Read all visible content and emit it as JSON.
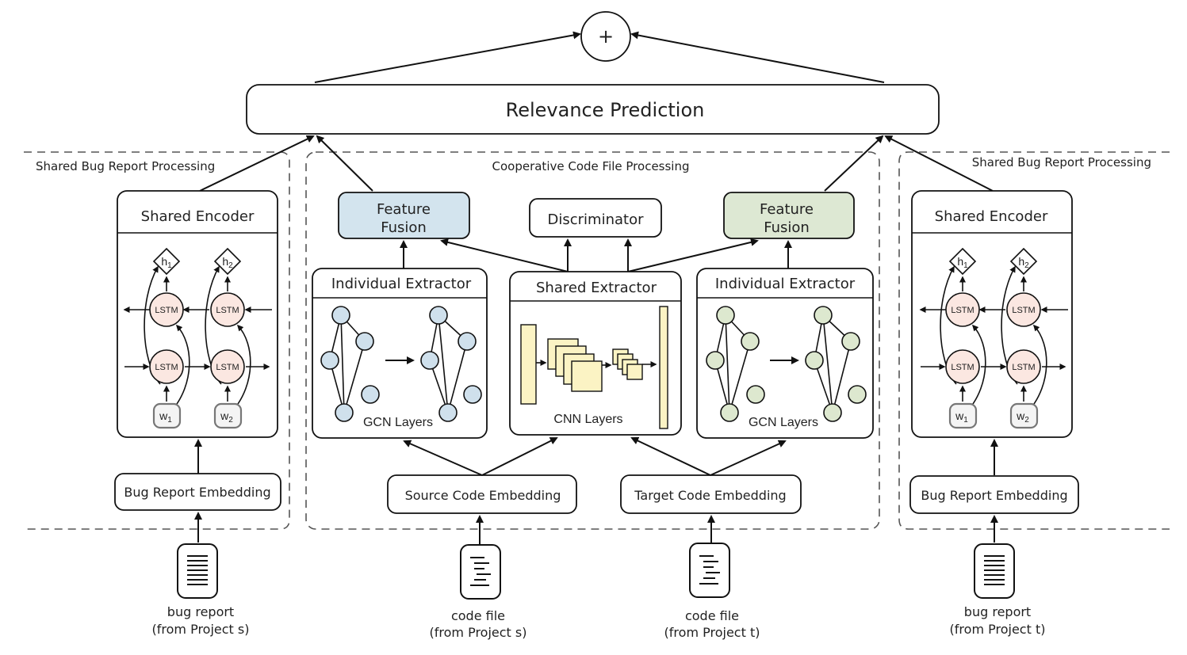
{
  "top": {
    "plus_symbol": "+",
    "relevance_label": "Relevance Prediction"
  },
  "panels": {
    "left_title": "Shared Bug Report Processing",
    "center_title": "Cooperative Code File Processing",
    "right_title": "Shared Bug Report Processing"
  },
  "encoder": {
    "title": "Shared Encoder",
    "lstm_label": "LSTM",
    "h1": "h",
    "h1_sub": "1",
    "h2": "h",
    "h2_sub": "2",
    "w1": "w",
    "w1_sub": "1",
    "w2": "w",
    "w2_sub": "2"
  },
  "bug_embedding_label": "Bug Report Embedding",
  "center": {
    "feature_fusion_left_line1": "Feature",
    "feature_fusion_left_line2": "Fusion",
    "feature_fusion_right_line1": "Feature",
    "feature_fusion_right_line2": "Fusion",
    "discriminator": "Discriminator",
    "individual_extractor_left": "Individual Extractor",
    "individual_extractor_right": "Individual Extractor",
    "shared_extractor": "Shared Extractor",
    "gcn_layers_left": "GCN Layers",
    "gcn_layers_right": "GCN Layers",
    "cnn_layers": "CNN Layers",
    "source_embedding": "Source Code Embedding",
    "target_embedding": "Target Code Embedding"
  },
  "inputs": {
    "bug_s_line1": "bug report",
    "bug_s_line2": "(from Project s)",
    "code_s_line1": "code file",
    "code_s_line2": "(from Project s)",
    "code_t_line1": "code file",
    "code_t_line2": "(from Project t)",
    "bug_t_line1": "bug report",
    "bug_t_line2": "(from Project t)"
  },
  "colors": {
    "fusion_left": "#d3e4ee",
    "fusion_right": "#dde8d3",
    "lstm_fill": "#fbe7e1",
    "gcn_left_node": "#cfe0ec",
    "gcn_right_node": "#dde8cf",
    "cnn_fill": "#fbf3c4"
  }
}
